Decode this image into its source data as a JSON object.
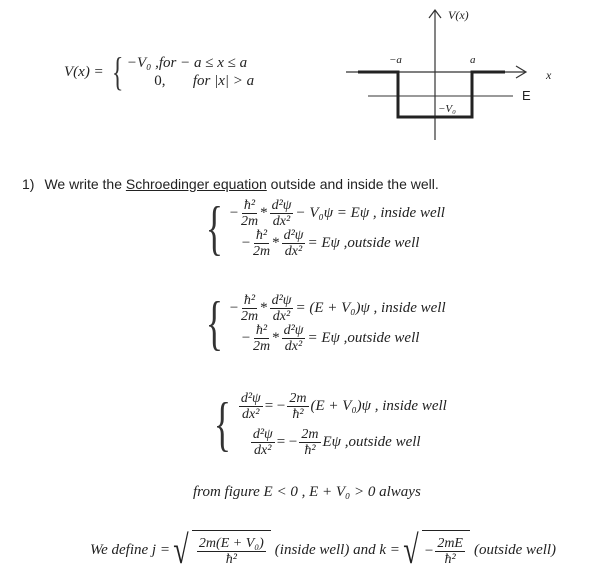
{
  "potential": {
    "lhs": "V(x) =",
    "case1": "−V₀ ,for  − a ≤ x ≤ a",
    "case2_val": "0,",
    "case2_cond": "for |x| > a"
  },
  "graph": {
    "y_label": "V(x)",
    "x_label": "x",
    "e_label": "E",
    "left_label": "−a",
    "right_label": "a",
    "bottom_label": "−V₀"
  },
  "step1": {
    "number": "1)",
    "text_before": "We write the ",
    "link": "Schroedinger equation",
    "text_after": " outside and inside the well."
  },
  "eq": {
    "minus": "−",
    "hbar2": "ħ²",
    "two_m": "2m",
    "d2psi": "d²ψ",
    "dx2": "dx²",
    "star": "*",
    "b1_r1_rest": "− V₀ψ = Eψ  ,  inside well",
    "b1_r2_rest": "= Eψ   ,outside well",
    "b2_r1_rest": "= (E + V₀)ψ  ,  inside well",
    "b2_r2_rest": "= Eψ   ,outside well",
    "eq_minus": "= −",
    "b3_r1_rest": "(E + V₀)ψ  ,  inside well",
    "b3_r2_rest": "Eψ   ,outside well"
  },
  "note": "from figure  E < 0 ,       E + V₀ > 0  always",
  "define": {
    "prefix": "We define j =",
    "j_num": "2m(E + V₀)",
    "mid": "(inside well) and k =",
    "k_num_minus": "−",
    "k_num": "2mE",
    "suffix": "(outside well)"
  }
}
